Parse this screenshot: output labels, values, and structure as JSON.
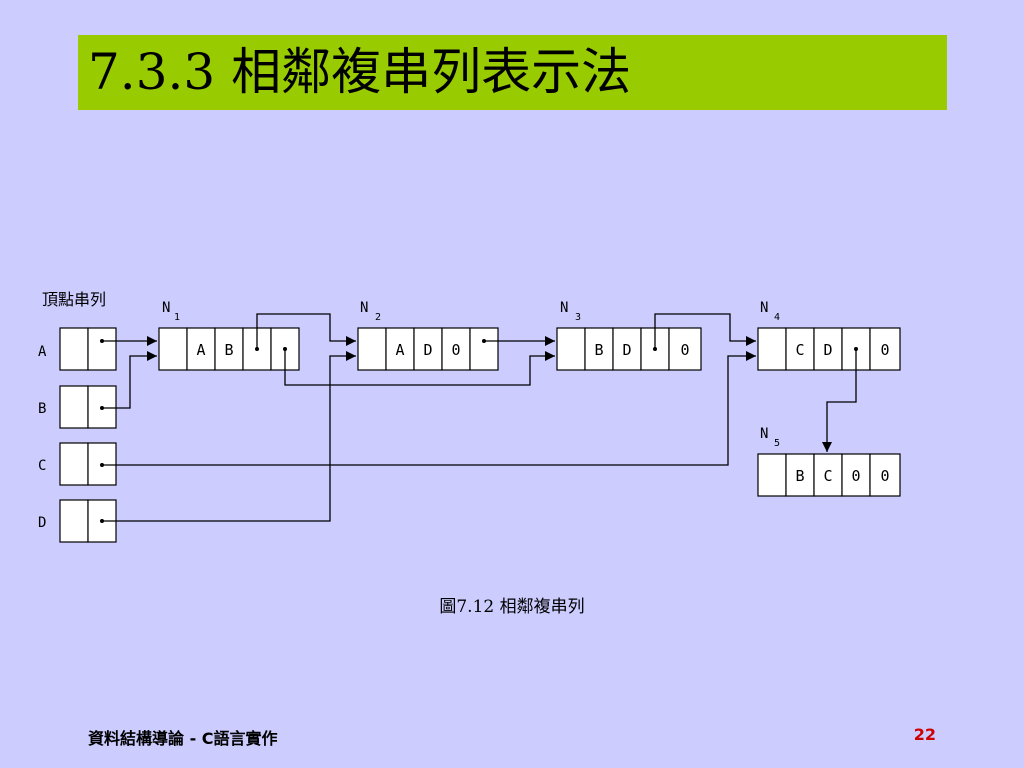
{
  "slide": {
    "title": "7.3.3 相鄰複串列表示法",
    "caption": "圖7.12  相鄰複串列",
    "footer_left": "資料結構導論 - C語言實作",
    "page_number": "22",
    "colors": {
      "background": "#ccccff",
      "title_bar": "#99cc00",
      "page_number": "#cc0000"
    }
  },
  "diagram": {
    "vertex_list_label": "頂點串列",
    "vertices": [
      "A",
      "B",
      "C",
      "D"
    ],
    "nodes": [
      {
        "name": "N",
        "sub": "1",
        "fields": [
          "",
          "A",
          "B",
          "",
          ""
        ]
      },
      {
        "name": "N",
        "sub": "2",
        "fields": [
          "",
          "A",
          "D",
          "0",
          ""
        ]
      },
      {
        "name": "N",
        "sub": "3",
        "fields": [
          "",
          "B",
          "D",
          "",
          "0"
        ]
      },
      {
        "name": "N",
        "sub": "4",
        "fields": [
          "",
          "C",
          "D",
          "",
          "0"
        ]
      },
      {
        "name": "N",
        "sub": "5",
        "fields": [
          "",
          "B",
          "C",
          "0",
          "0"
        ]
      }
    ]
  }
}
